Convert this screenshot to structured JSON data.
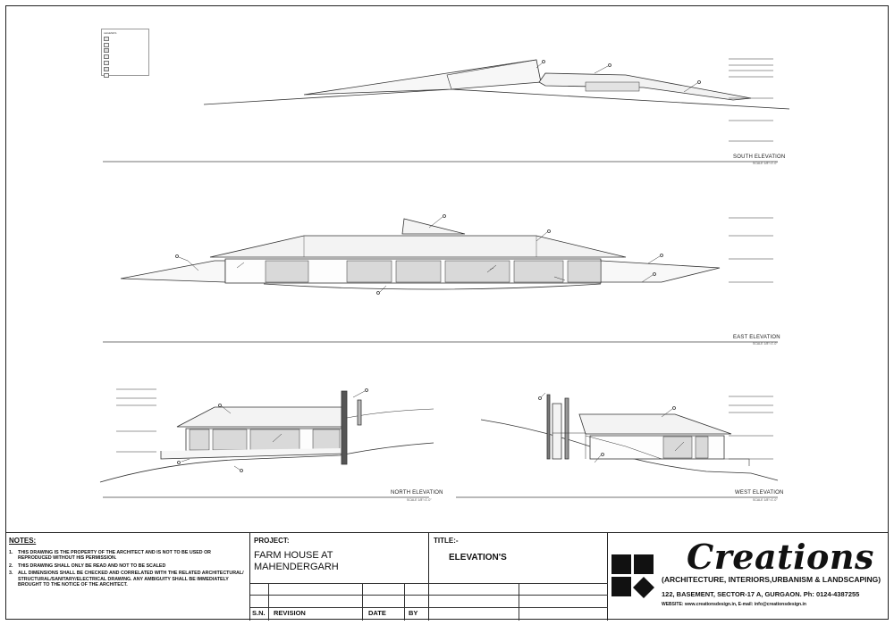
{
  "legend": {
    "title": "LEGENDS",
    "items": [
      "",
      "",
      "",
      "",
      "",
      "",
      ""
    ]
  },
  "elevations": {
    "south": {
      "label": "SOUTH ELEVATION",
      "scale": "SCALE 1/8\"=1'-0\""
    },
    "east": {
      "label": "EAST ELEVATION",
      "scale": "SCALE 1/8\"=1'-0\""
    },
    "north": {
      "label": "NORTH ELEVATION",
      "scale": "SCALE 1/8\"=1'-0\""
    },
    "west": {
      "label": "WEST ELEVATION",
      "scale": "SCALE 1/8\"=1'-0\""
    }
  },
  "notes": {
    "heading": "NOTES:",
    "items": [
      {
        "num": "1.",
        "text": "THIS DRAWING IS THE PROPERTY OF THE   ARCHITECT AND IS NOT TO BE USED OR REPRODUCED WITHOUT HIS PERMISSION."
      },
      {
        "num": "2.",
        "text": "THIS DRAWING SHALL ONLY BE READ AND NOT   TO BE SCALED"
      },
      {
        "num": "3.",
        "text": "ALL DIMENSIONS SHALL BE CHECKED AND   CORRELATED WITH THE RELATED ARCHITECTURAL/ STRUCTURAL/SANITARY/ELECTRICAL DRAWING. ANY   AMBIGUITY SHALL BE IMMEDIATELY BROUGHT TO THE NOTICE   OF THE ARCHITECT."
      }
    ]
  },
  "project": {
    "heading": "PROJECT:",
    "name_line1": "FARM HOUSE  AT",
    "name_line2": "MAHENDERGARH"
  },
  "revision": {
    "sn": "S.N.",
    "revision": "REVISION",
    "date": "DATE",
    "by": "BY"
  },
  "title": {
    "heading": "TITLE:-",
    "value": "ELEVATION'S"
  },
  "company": {
    "name": "Creations",
    "tagline": "(ARCHITECTURE, INTERIORS,URBANISM & LANDSCAPING)",
    "address": "122, BASEMENT, SECTOR-17 A, GURGAON. Ph: 0124-4387255",
    "web": "WEBSITE: www.creationsdesign.in, E-mail: info@creationsdesign.in"
  }
}
